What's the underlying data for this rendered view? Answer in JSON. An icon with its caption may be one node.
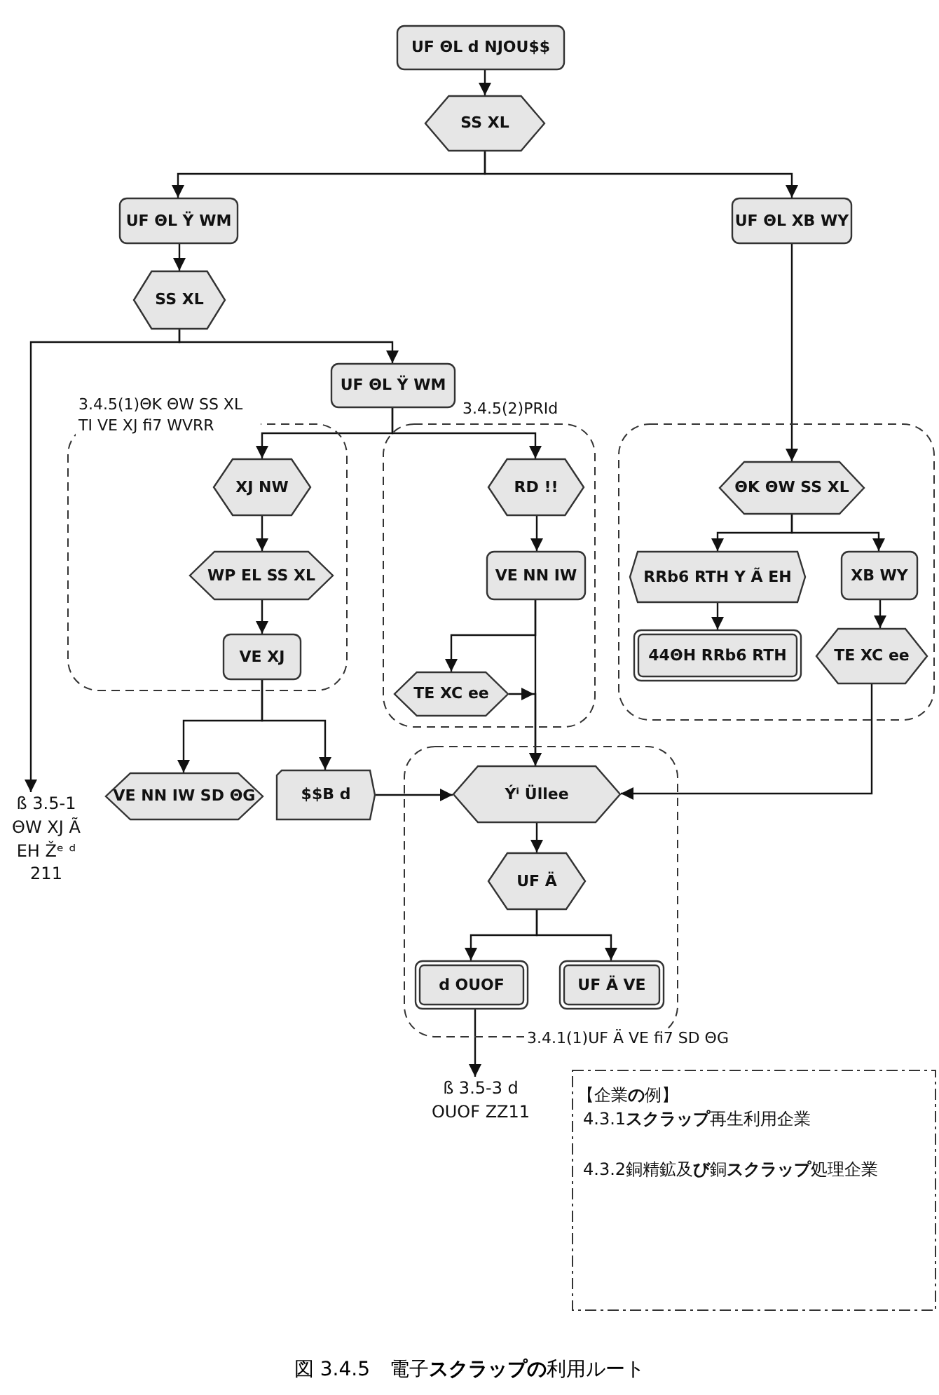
{
  "diagram": {
    "caption": "図 3.4.5　電子**スクラップの**利用ルート",
    "nodes": [
      {
        "text": [
          "UF ΘL d NJOU$$"
        ]
      },
      {
        "text": [
          "SS XL"
        ]
      },
      {
        "text": [
          "UF ΘL Ÿ WM"
        ]
      },
      {
        "text": [
          "UF ΘL XB WY"
        ]
      },
      {
        "text": [
          "SS XL"
        ]
      },
      {
        "text": [
          "UF ΘL Ÿ WM"
        ]
      },
      {
        "text": [
          "3.4.5(1)ΘK ΘW SS XL TI VE XJ ﬁ7 WVRR"
        ]
      },
      {
        "text": [
          "XJ NW"
        ],
        "in": 6
      },
      {
        "text": [
          "WP EL SS XL"
        ],
        "in": 6
      },
      {
        "text": [
          "VE XJ"
        ],
        "in": 6
      },
      {
        "text": [
          "3.4.5(2)PRId"
        ]
      },
      {
        "text": [
          "RD !!"
        ],
        "in": 10
      },
      {
        "text": [
          "VE NN IW"
        ],
        "in": 10
      },
      {
        "text": [
          "TE XC ee"
        ],
        "in": 10
      },
      {
        "text": [],
        "shape": "box"
      },
      {
        "text": [
          "ΘK ΘW SS XL"
        ],
        "in": 14
      },
      {
        "text": [
          "RRb6 RTH Y Ã EH"
        ],
        "in": 14
      },
      {
        "text": [
          "XB WY"
        ],
        "in": 14
      },
      {
        "text": [
          "44ΘH RRb6 RTH"
        ],
        "in": 14
      },
      {
        "text": [
          "TE XC ee"
        ],
        "in": 14
      },
      {
        "text": [
          "ß 3.5-1 ΘW XJ Ã EH Žᵉ ᵈ 211"
        ]
      },
      {
        "text": [
          "VE NN IW SD ΘG"
        ]
      },
      {
        "text": [
          "$$B d"
        ]
      },
      {
        "text": [
          "3.4.1(1)UF Ä VE ﬁ7 SD ΘG"
        ]
      },
      {
        "text": [
          "Ýⁱ Üllee"
        ],
        "in": 23
      },
      {
        "text": [
          "UF Ä"
        ],
        "in": 23
      },
      {
        "text": [
          "d OUOF"
        ],
        "in": 23
      },
      {
        "text": [
          "UF Ä VE"
        ],
        "in": 23
      },
      {
        "text": [
          "ß 3.5-3 d OUOF ZZ11"
        ]
      },
      {
        "text": [
          "【企業**の**例】",
          "4.3.1**スクラップ**再生利用企業",
          "4.3.2銅精鉱及**び**銅**スクラップ**処理企業"
        ]
      }
    ],
    "edges": [
      {
        "from": 0,
        "to": 1,
        "arrow": "to"
      },
      {
        "from": 1,
        "to": 2,
        "arrow": "to"
      },
      {
        "from": 1,
        "to": 3,
        "arrow": "to"
      },
      {
        "from": 2,
        "to": 4,
        "arrow": "to"
      },
      {
        "from": 4,
        "to": 5,
        "arrow": "to"
      },
      {
        "from": 4,
        "to": 20,
        "arrow": "to"
      },
      {
        "from": 5,
        "to": 7,
        "arrow": "to"
      },
      {
        "from": 5,
        "to": 11,
        "arrow": "to"
      },
      {
        "from": 7,
        "to": 8,
        "arrow": "to"
      },
      {
        "from": 8,
        "to": 9,
        "arrow": "to"
      },
      {
        "from": 9,
        "to": 21,
        "arrow": "to"
      },
      {
        "from": 9,
        "to": 22,
        "arrow": "to"
      },
      {
        "from": 11,
        "to": 12,
        "arrow": "to"
      },
      {
        "from": 12,
        "to": 13,
        "arrow": "to"
      },
      {
        "from": 12,
        "to": 24,
        "arrow": "to"
      },
      {
        "from": 13,
        "to": 24,
        "arrow": "to"
      },
      {
        "from": 3,
        "to": 15,
        "arrow": "to"
      },
      {
        "from": 15,
        "to": 16,
        "arrow": "to"
      },
      {
        "from": 15,
        "to": 17,
        "arrow": "to"
      },
      {
        "from": 16,
        "to": 18,
        "arrow": "to"
      },
      {
        "from": 17,
        "to": 19,
        "arrow": "to"
      },
      {
        "from": 19,
        "to": 24,
        "arrow": "to"
      },
      {
        "from": 22,
        "to": 24,
        "arrow": "to"
      },
      {
        "from": 24,
        "to": 25,
        "arrow": "to"
      },
      {
        "from": 25,
        "to": 26,
        "arrow": "to"
      },
      {
        "from": 25,
        "to": 27,
        "arrow": "to"
      },
      {
        "from": 26,
        "to": 28,
        "arrow": "to"
      }
    ]
  }
}
